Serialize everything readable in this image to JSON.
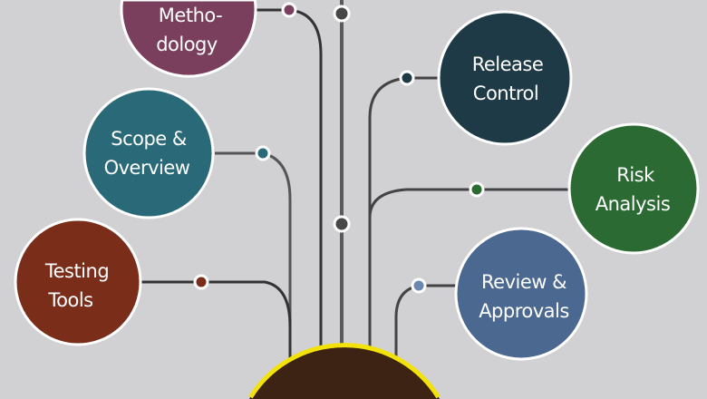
{
  "nodes": [
    {
      "id": "methodology",
      "lines": [
        "Metho-",
        "dology"
      ],
      "color": "#7b3f5e"
    },
    {
      "id": "scope",
      "lines": [
        "Scope &",
        "Overview"
      ],
      "color": "#2a6a78"
    },
    {
      "id": "testing",
      "lines": [
        "Testing",
        "Tools"
      ],
      "color": "#7a2e1a"
    },
    {
      "id": "release",
      "lines": [
        "Release",
        "Control"
      ],
      "color": "#1f3a47"
    },
    {
      "id": "risk",
      "lines": [
        "Risk",
        "Analysis"
      ],
      "color": "#2b6a33"
    },
    {
      "id": "review",
      "lines": [
        "Review &",
        "Approvals"
      ],
      "color": "#4a6890"
    }
  ],
  "hub": {
    "color": "#3d2314",
    "ring": "#f2e20a"
  },
  "colors": {
    "background": "#d1d1d3",
    "line": "#3a3a3a",
    "trunk": "#5a5a5a"
  }
}
